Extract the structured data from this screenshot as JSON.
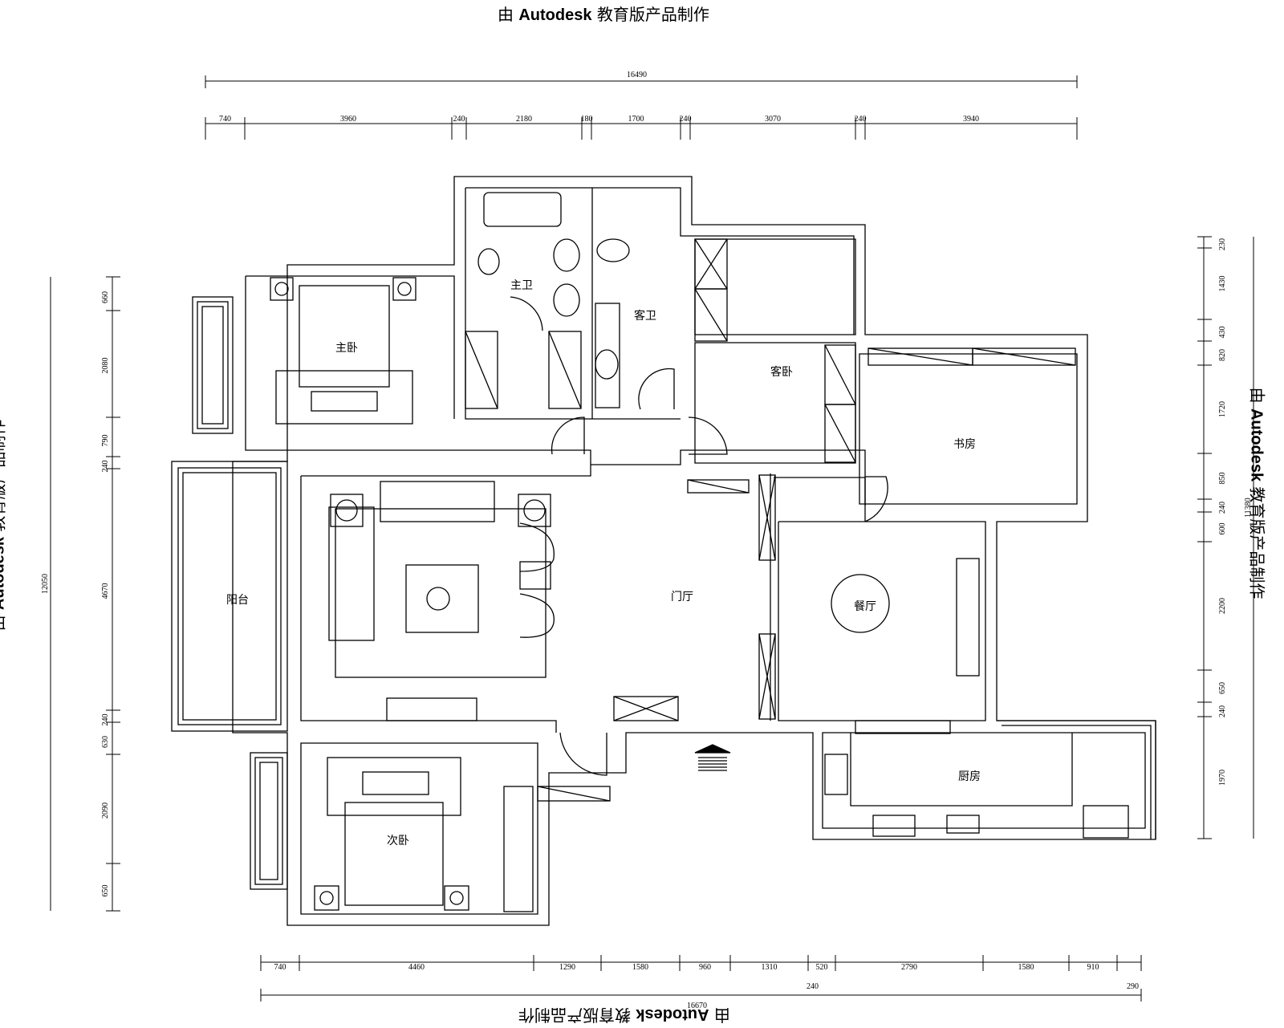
{
  "watermark": {
    "prefix": "由 ",
    "brand": "Autodesk",
    "suffix": " 教育版产品制作"
  },
  "rooms": {
    "master_bedroom": "主卧",
    "master_bath": "主卫",
    "guest_bath": "客卫",
    "guest_bedroom": "客卧",
    "study": "书房",
    "balcony": "阳台",
    "foyer_hall": "门厅",
    "dining": "餐厅",
    "kitchen": "厨房",
    "second_bedroom": "次卧"
  },
  "dimensions": {
    "top_total": "16490",
    "top_segments": [
      "740",
      "3960",
      "240",
      "2180",
      "180",
      "1700",
      "240",
      "3070",
      "240",
      "3940"
    ],
    "bottom_segments": [
      "740",
      "4460",
      "1290",
      "1580",
      "960",
      "1310",
      "520",
      "2790",
      "1580",
      "910"
    ],
    "bottom_extra": [
      "240",
      "290"
    ],
    "bottom_total": "16670",
    "left_total": "12050",
    "left_segments": [
      "660",
      "2080",
      "790",
      "240",
      "4670",
      "240",
      "630",
      "2090",
      "650"
    ],
    "right_total": "11380",
    "right_segments": [
      "230",
      "1430",
      "430",
      "820",
      "1720",
      "850",
      "240",
      "600",
      "2200",
      "650",
      "240",
      "1970"
    ]
  }
}
